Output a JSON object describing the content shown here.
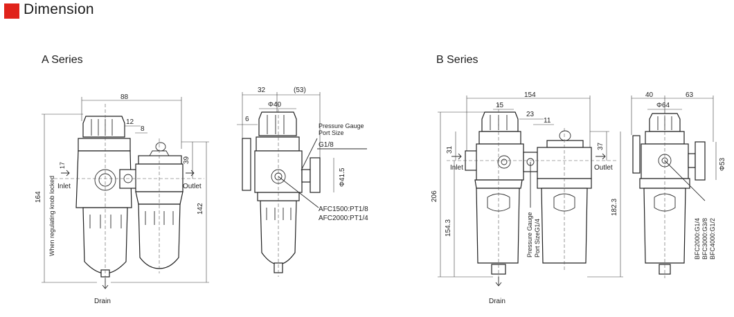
{
  "header": {
    "title": "Dimension",
    "accent_color": "#e0231b"
  },
  "series_a": {
    "title": "A Series",
    "front": {
      "width": "88",
      "d12": "12",
      "d8": "8",
      "d39": "39",
      "d142": "142",
      "d164": "164",
      "knob_note": "When regulating knob locked",
      "d17": "17",
      "inlet": "Inlet",
      "outlet": "Outlet",
      "drain": "Drain"
    },
    "side": {
      "d32": "32",
      "d53": "(53)",
      "phi40": "Φ40",
      "d6": "6",
      "gauge": "Pressure Gauge",
      "port_size": "Port Size",
      "g18": "G1/8",
      "phi41": "Φ41.5",
      "afc1500": "AFC1500:PT1/8",
      "afc2000": "AFC2000:PT1/4"
    }
  },
  "series_b": {
    "title": "B Series",
    "front": {
      "width": "154",
      "d15": "15",
      "d23": "23",
      "d11": "11",
      "d31": "31",
      "d37": "37",
      "d206": "206",
      "d154": "154.3",
      "d182": "182.3",
      "gauge_port": "Pressure Gauge",
      "gauge_port2": "Port SizeG1/4",
      "inlet": "Inlet",
      "outlet": "Outlet",
      "drain": "Drain"
    },
    "side": {
      "d40": "40",
      "d63": "63",
      "phi64": "Φ64",
      "phi53": "Φ53",
      "bfc2000": "BFC2000:G1/4",
      "bfc3000": "BFC3000:G3/8",
      "bfc4000": "BFC4000:G1/2"
    }
  }
}
